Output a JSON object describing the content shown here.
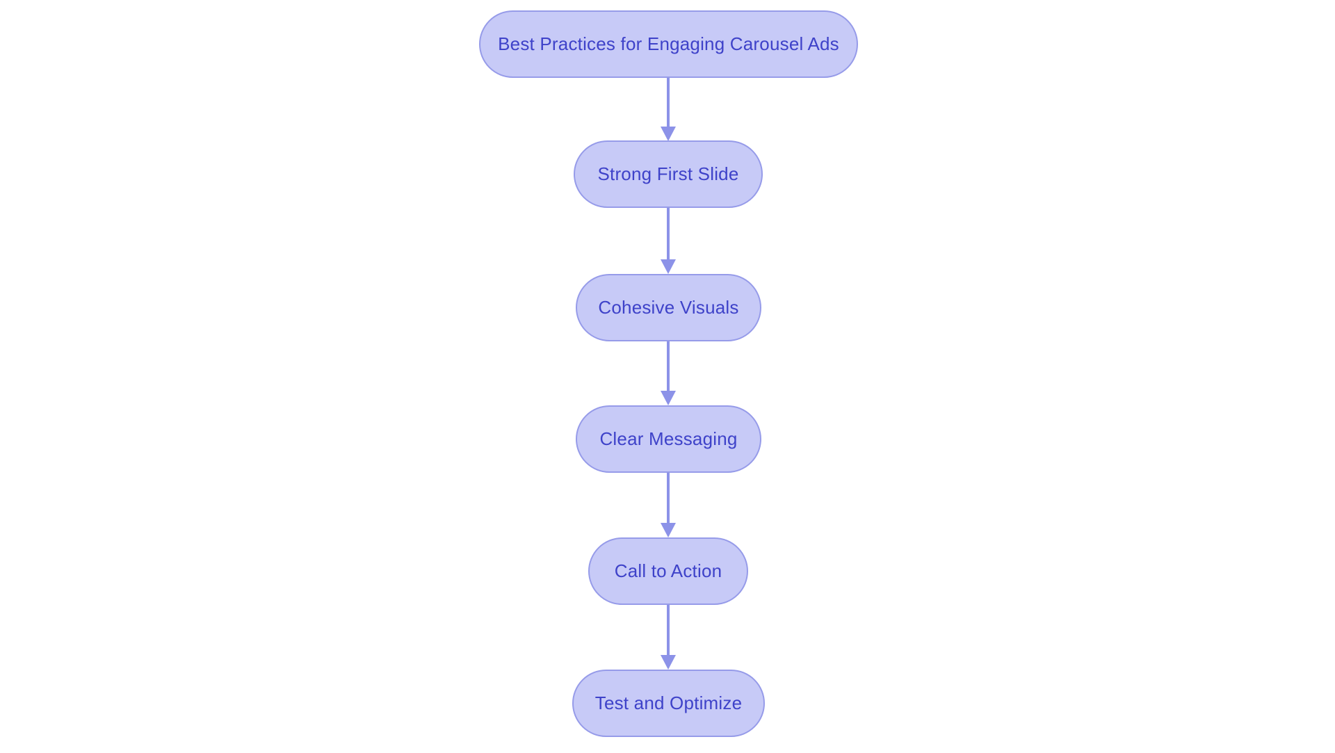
{
  "diagram": {
    "type": "flowchart",
    "direction": "top-down",
    "nodes": [
      {
        "id": "n1",
        "label": "Best Practices for Engaging Carousel Ads"
      },
      {
        "id": "n2",
        "label": "Strong First Slide"
      },
      {
        "id": "n3",
        "label": "Cohesive Visuals"
      },
      {
        "id": "n4",
        "label": "Clear Messaging"
      },
      {
        "id": "n5",
        "label": "Call to Action"
      },
      {
        "id": "n6",
        "label": "Test and Optimize"
      }
    ],
    "edges": [
      {
        "from": "n1",
        "to": "n2"
      },
      {
        "from": "n2",
        "to": "n3"
      },
      {
        "from": "n3",
        "to": "n4"
      },
      {
        "from": "n4",
        "to": "n5"
      },
      {
        "from": "n5",
        "to": "n6"
      }
    ],
    "colors": {
      "node_fill": "#c7caf7",
      "node_border": "#969be9",
      "node_text": "#3e42c9",
      "arrow": "#8c92e8",
      "background": "#ffffff"
    }
  }
}
